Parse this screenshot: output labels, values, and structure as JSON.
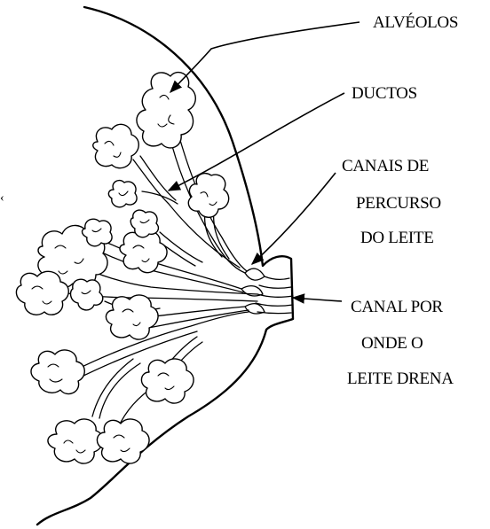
{
  "labels": {
    "alveolos": "ALVÉOLOS",
    "ductos": "DUCTOS",
    "canais_1": "CANAIS DE",
    "canais_2": "PERCURSO",
    "canais_3": "DO LEITE",
    "canal_1": "CANAL POR",
    "canal_2": "ONDE O",
    "canal_3": "LEITE DRENA"
  },
  "colors": {
    "ink": "#000000",
    "background": "#ffffff"
  }
}
